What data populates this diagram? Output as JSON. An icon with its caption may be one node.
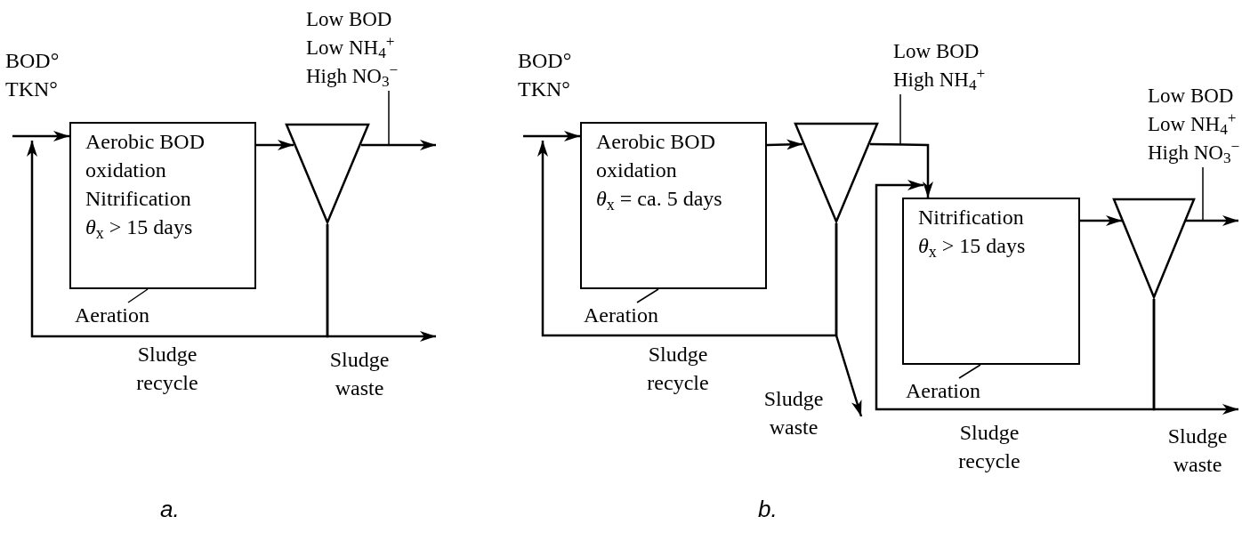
{
  "diagram": {
    "nodes": [
      {
        "text": [
          "Aerobic BOD oxidation",
          "Nitrification",
          "*θ*$_{x}$ > 15 days"
        ]
      },
      {
        "text": [],
        "shape": "triangle"
      },
      {
        "text": [
          "Low BOD",
          "Low NH$_{4}$$^{+}$",
          "High NO$_{3}$$^{−}$"
        ]
      },
      {
        "text": [
          "Aeration"
        ]
      },
      {
        "text": [
          "Aerobic BOD oxidation",
          "*θ*$_{x}$ = ca. 5 days"
        ]
      },
      {
        "text": [],
        "shape": "triangle"
      },
      {
        "text": [
          "Aeration"
        ]
      },
      {
        "text": [
          "Low BOD",
          "High NH$_{4}$$^{+}$"
        ]
      },
      {
        "text": [
          "Nitrification",
          "*θ*$_{x}$ > 15 days"
        ]
      },
      {
        "text": [],
        "shape": "triangle"
      },
      {
        "text": [
          "Low BOD",
          "Low NH$_{4}$$^{+}$",
          "High NO$_{3}$$^{−}$"
        ]
      },
      {
        "text": [
          "Aeration"
        ]
      }
    ],
    "edges": [
      {
        "from": null,
        "to": 0,
        "arrow": "to"
      },
      {
        "from": 0,
        "to": 1,
        "arrow": "to"
      },
      {
        "from": 1,
        "to": null,
        "arrow": "to"
      },
      {
        "from": 1,
        "to": 0,
        "arrow": "to"
      },
      {
        "from": 1,
        "to": null,
        "arrow": "to"
      },
      {
        "from": 3,
        "to": 0,
        "arrow": "none"
      },
      {
        "from": 2,
        "to": null,
        "arrow": "none"
      },
      {
        "from": null,
        "to": 4,
        "arrow": "to"
      },
      {
        "from": 4,
        "to": 5,
        "arrow": "to"
      },
      {
        "from": 5,
        "to": 8,
        "arrow": "to"
      },
      {
        "from": 5,
        "to": 4,
        "arrow": "to"
      },
      {
        "from": 5,
        "to": null,
        "arrow": "to"
      },
      {
        "from": 6,
        "to": 4,
        "arrow": "none"
      },
      {
        "from": 7,
        "to": null,
        "arrow": "none"
      },
      {
        "from": 8,
        "to": 9,
        "arrow": "to"
      },
      {
        "from": 9,
        "to": null,
        "arrow": "to"
      },
      {
        "from": 9,
        "to": 8,
        "arrow": "to"
      },
      {
        "from": 9,
        "to": null,
        "arrow": "to"
      },
      {
        "from": 11,
        "to": 8,
        "arrow": "none"
      },
      {
        "from": 10,
        "to": null,
        "arrow": "none"
      }
    ],
    "labels": [
      "BOD°",
      "TKN°",
      "Sludge recycle",
      "Sludge waste",
      "BOD°",
      "TKN°",
      "Sludge recycle",
      "Sludge waste",
      "Sludge recycle",
      "Sludge waste",
      "a.",
      "b."
    ]
  }
}
